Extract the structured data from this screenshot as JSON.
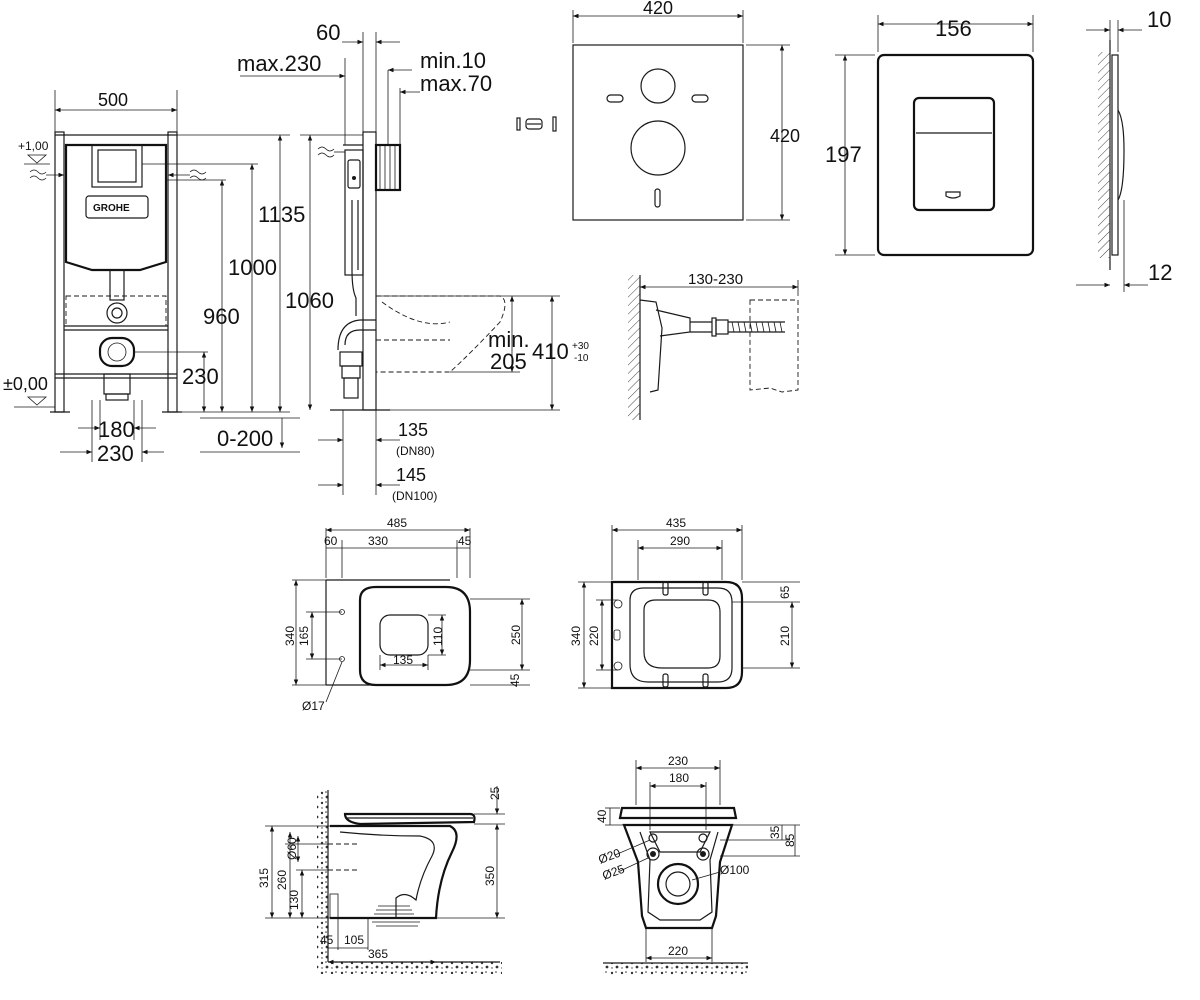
{
  "installation_frame": {
    "brand": "GROHE",
    "level_top": "+1,00",
    "level_floor": "±0,00",
    "dim_width": "500",
    "dim_1135": "1135",
    "dim_1000": "1000",
    "dim_960": "960",
    "dim_230": "230",
    "dim_180": "180",
    "dim_230_bottom": "230",
    "dim_0_200": "0-200"
  },
  "side_view": {
    "dim_60": "60",
    "dim_max230": "max.230",
    "dim_min10": "min.10",
    "dim_max70": "max.70",
    "dim_1060": "1060",
    "dim_min205_a": "min.",
    "dim_min205_b": "205",
    "dim_410": "410",
    "tol_plus": "+30",
    "tol_minus": "-10",
    "dim_135": "135",
    "dn80": "(DN80)",
    "dim_145": "145",
    "dn100": "(DN100)"
  },
  "sound_pad": {
    "dim_w": "420",
    "dim_h": "420"
  },
  "bracket": {
    "dim": "130-230"
  },
  "flush_plate": {
    "dim_w": "156",
    "dim_h": "197",
    "dim_10": "10",
    "dim_12": "12"
  },
  "bowl_top": {
    "d485": "485",
    "d60": "60",
    "d330": "330",
    "d45a": "45",
    "d340": "340",
    "d165": "165",
    "d135": "135",
    "d110": "110",
    "d250": "250",
    "d45b": "45",
    "d17": "Ø17"
  },
  "seat_top": {
    "d435": "435",
    "d290": "290",
    "d65": "65",
    "d340": "340",
    "d220": "220",
    "d210": "210"
  },
  "bowl_side": {
    "d25": "25",
    "d60": "Ø60",
    "d315": "315",
    "d260": "260",
    "d350": "350",
    "d130": "130",
    "d45": "45",
    "d105": "105",
    "d365": "365"
  },
  "bowl_back": {
    "d230": "230",
    "d180": "180",
    "d40": "40",
    "d35": "35",
    "d85": "85",
    "d20": "Ø20",
    "d25": "Ø25",
    "d100": "Ø100",
    "d220": "220"
  }
}
